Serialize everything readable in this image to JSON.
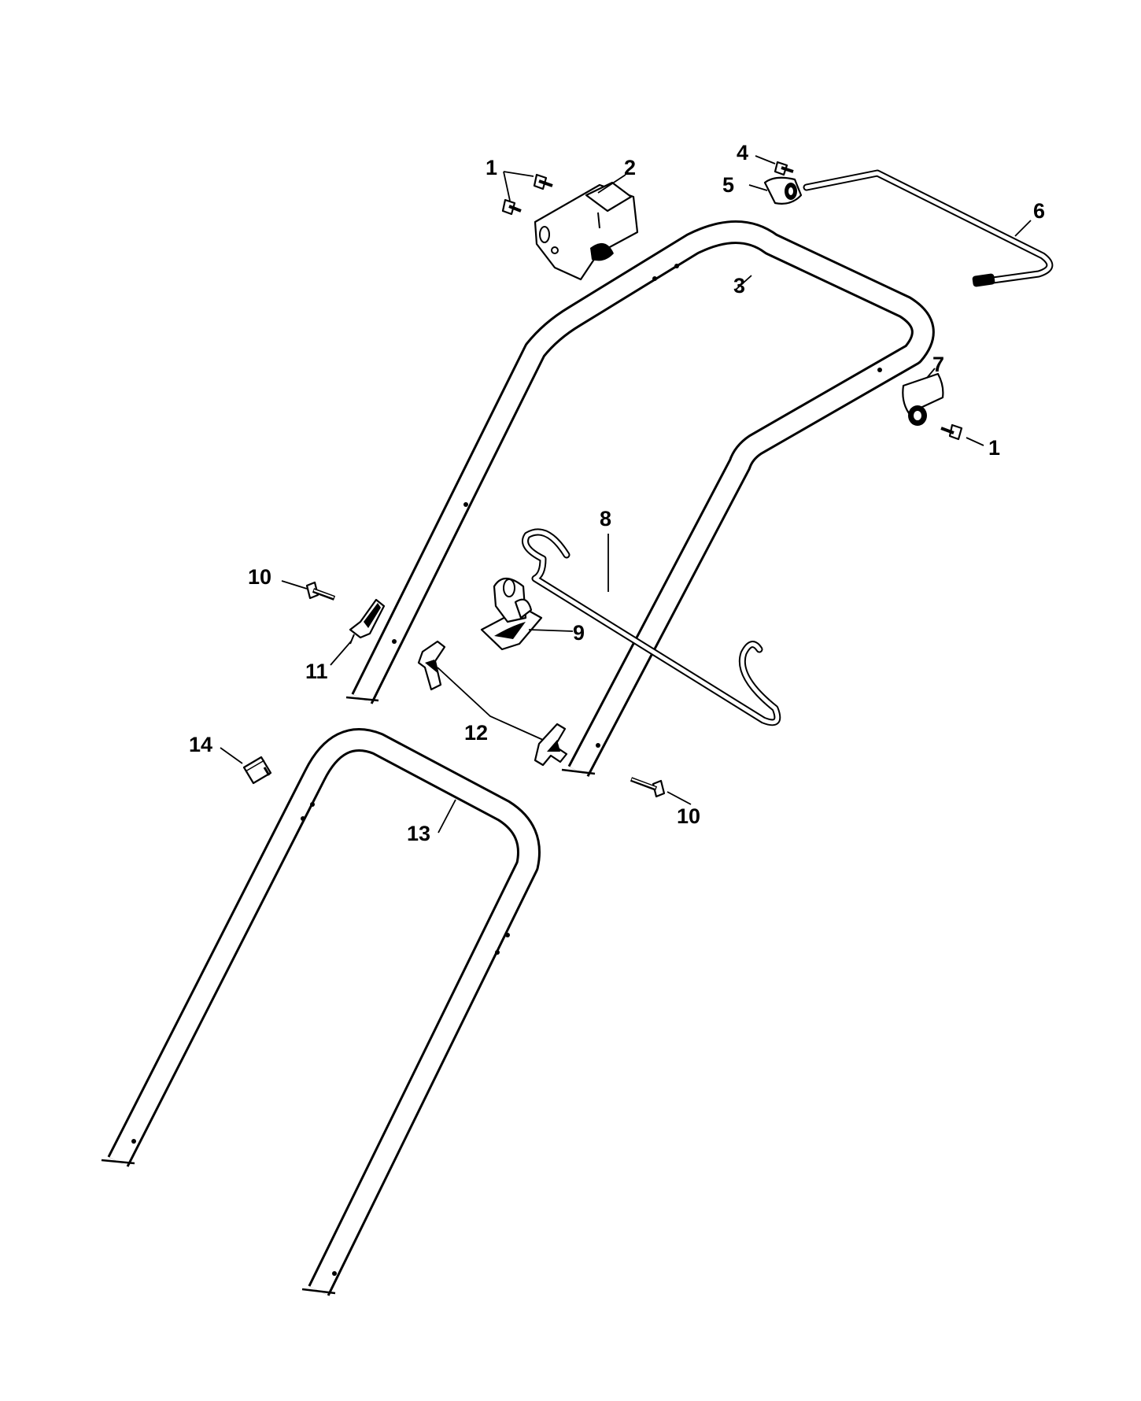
{
  "labels": {
    "l1a": "1",
    "l1b": "1",
    "l2": "2",
    "l3": "3",
    "l4": "4",
    "l5": "5",
    "l6": "6",
    "l7": "7",
    "l8": "8",
    "l9": "9",
    "l10a": "10",
    "l10b": "10",
    "l11": "11",
    "l12": "12",
    "l13": "13",
    "l14": "14"
  }
}
